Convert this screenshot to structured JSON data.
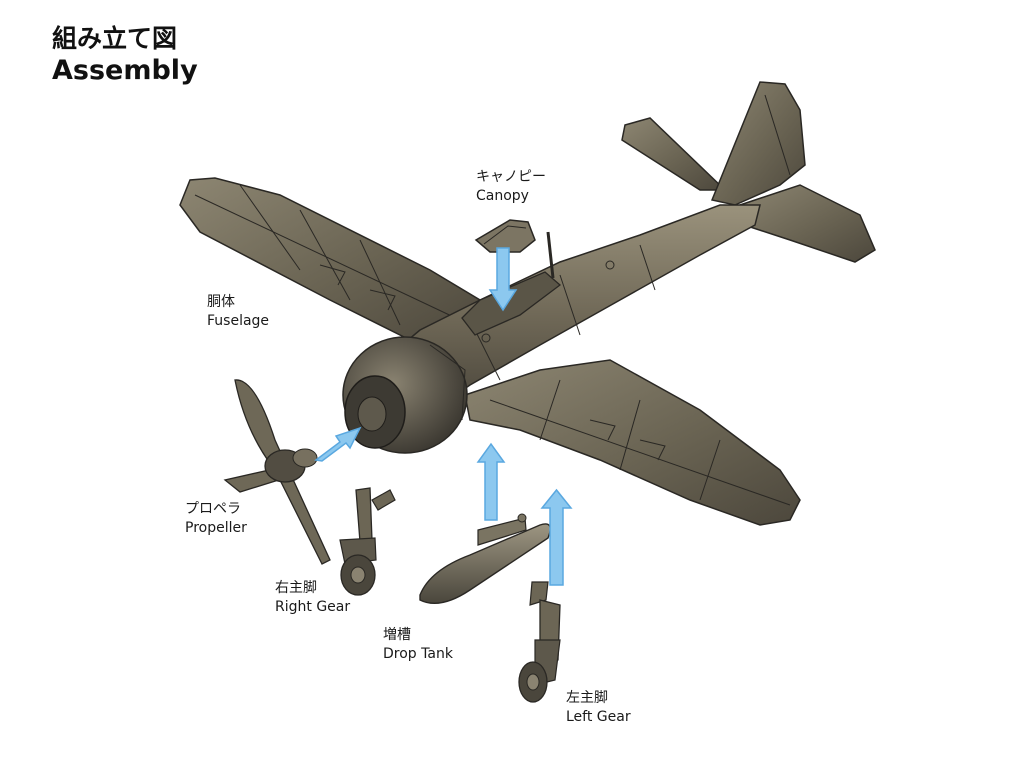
{
  "title": {
    "jp": "組み立て図",
    "en": "Assembly"
  },
  "labels": {
    "canopy": {
      "jp": "キャノピー",
      "en": "Canopy"
    },
    "fuselage": {
      "jp": "胴体",
      "en": "Fuselage"
    },
    "propeller": {
      "jp": "プロペラ",
      "en": "Propeller"
    },
    "right_gear": {
      "jp": "右主脚",
      "en": "Right Gear"
    },
    "drop_tank": {
      "jp": "増槽",
      "en": "Drop Tank"
    },
    "left_gear": {
      "jp": "左主脚",
      "en": "Left Gear"
    }
  },
  "colors": {
    "metal_dark": "#4e4a40",
    "metal_mid": "#77705f",
    "metal_light": "#a8a18c",
    "panel_line": "#2a2824",
    "arrow_fill": "#8cc8ef",
    "arrow_stroke": "#5aa8e0"
  }
}
